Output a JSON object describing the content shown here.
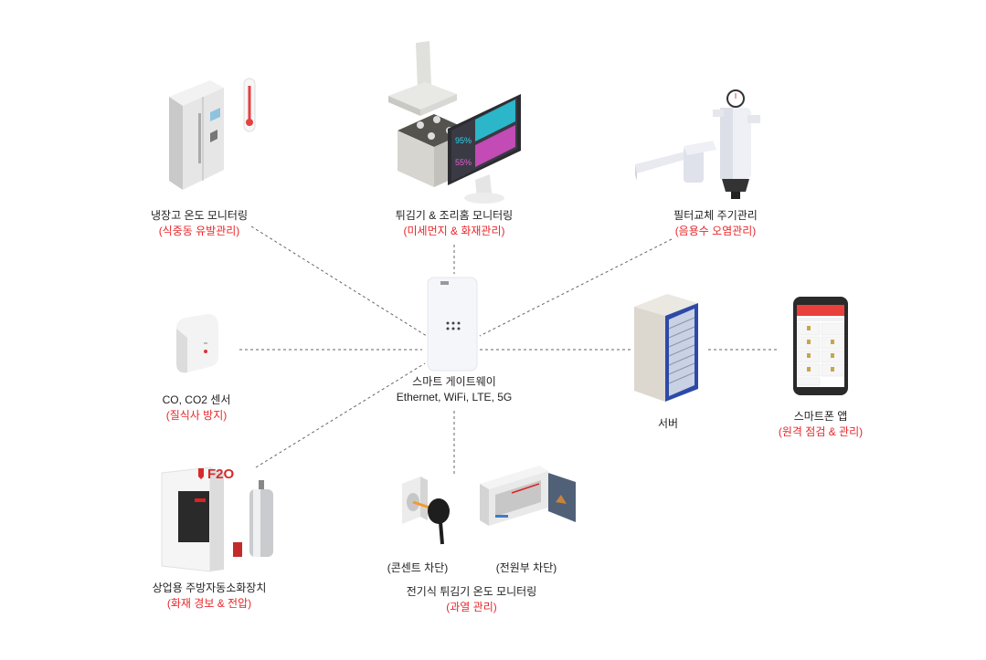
{
  "diagram": {
    "hub": {
      "title": "스마트 게이트웨이",
      "subtitle": "Ethernet, WiFi, LTE, 5G",
      "icon": "gateway-device-icon"
    },
    "nodes": [
      {
        "id": "fridge",
        "title": "냉장고 온도 모니터링",
        "subtitle": "(식중동 유발관리)",
        "icon": "refrigerator-thermometer-icon"
      },
      {
        "id": "fryer",
        "title": "튀김기 & 조리홈 모니터링",
        "subtitle": "(미세먼지 & 화재관리)",
        "icon": "kitchen-monitor-icon",
        "monitor_values": [
          "95%",
          "55%"
        ]
      },
      {
        "id": "filter",
        "title": "필터교체 주기관리",
        "subtitle": "(음용수 오염관리)",
        "icon": "water-filter-icon"
      },
      {
        "id": "co-sensor",
        "title": "CO, CO2 센서",
        "subtitle": "(질식사 방지)",
        "icon": "co-sensor-icon"
      },
      {
        "id": "server",
        "title": "서버",
        "subtitle": "",
        "icon": "server-rack-icon"
      },
      {
        "id": "app",
        "title": "스마트폰 앱",
        "subtitle": "(원격 점검 & 관리)",
        "icon": "smartphone-app-icon"
      },
      {
        "id": "extinguisher",
        "title": "상업용 주방자동소화장치",
        "subtitle": "(화재 경보 & 전압)",
        "icon": "fire-suppression-icon",
        "brand": "F2O"
      },
      {
        "id": "electric-fryer",
        "title": "전기식 튀김기 온도 모니터링",
        "subtitle": "(과열 관리)",
        "icon": "power-cutoff-icon",
        "parts": [
          "(콘센트 차단)",
          "(전원부 차단)"
        ]
      }
    ],
    "colors": {
      "accent": "#e8262a",
      "line": "#555555",
      "server_blue": "#2d4aa8",
      "app_red": "#e8413c"
    }
  }
}
